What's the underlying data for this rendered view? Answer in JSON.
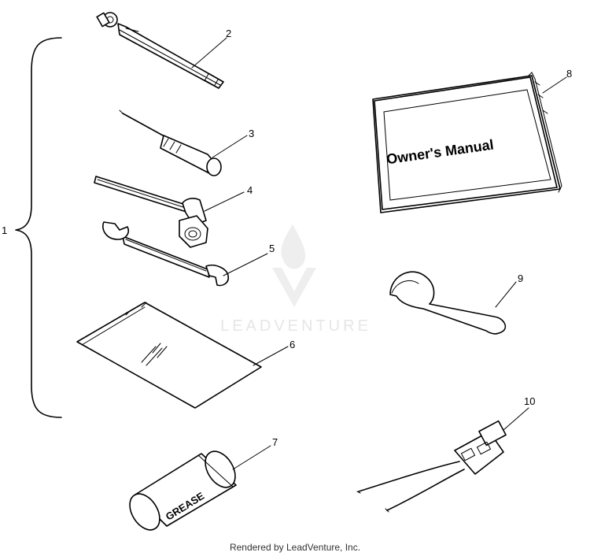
{
  "callouts": {
    "c1": "1",
    "c2": "2",
    "c3": "3",
    "c4": "4",
    "c5": "5",
    "c6": "6",
    "c7": "7",
    "c8": "8",
    "c9": "9",
    "c10": "10"
  },
  "manual_cover_text": "Owner's Manual",
  "grease_label": "GREASE",
  "watermark_text": "LEADVENTURE",
  "footer_text": "Rendered by LeadVenture, Inc."
}
